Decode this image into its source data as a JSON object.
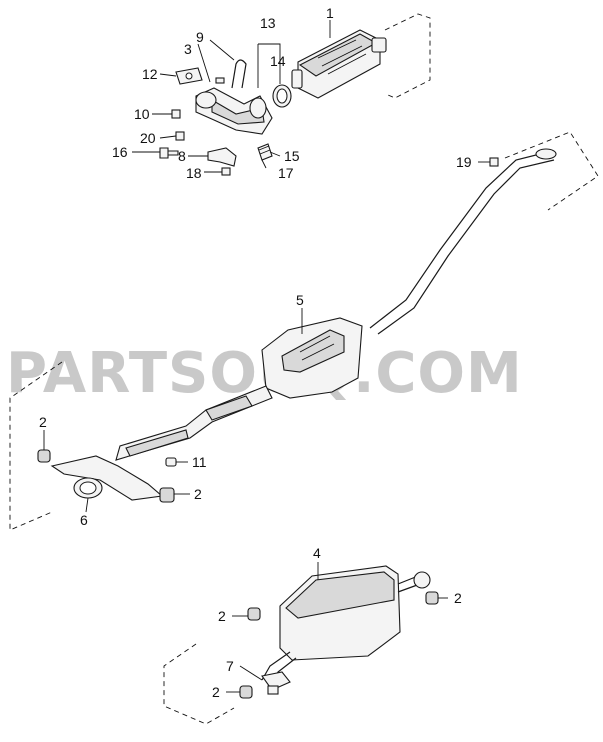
{
  "watermark": "PARTSOUQ.COM",
  "callouts": {
    "c1": "1",
    "c2a": "2",
    "c2b": "2",
    "c2c": "2",
    "c2d": "2",
    "c2e": "2",
    "c3": "3",
    "c4": "4",
    "c5": "5",
    "c6": "6",
    "c7": "7",
    "c8": "8",
    "c9": "9",
    "c10": "10",
    "c11": "11",
    "c12": "12",
    "c13": "13",
    "c14": "14",
    "c15": "15",
    "c16": "16",
    "c17": "17",
    "c18": "18",
    "c19": "19",
    "c20": "20"
  }
}
